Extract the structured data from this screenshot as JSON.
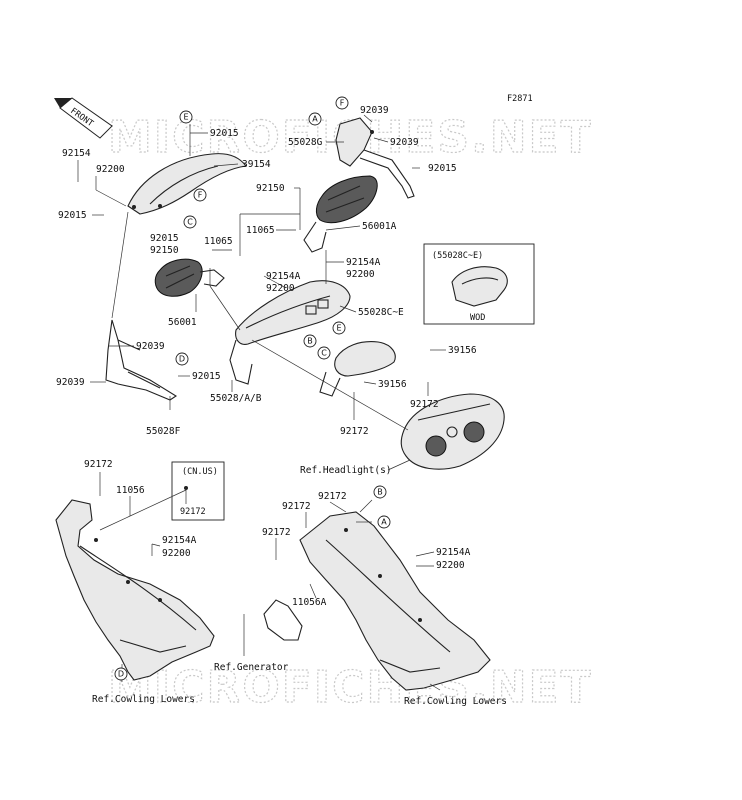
{
  "figure_id": "F2871",
  "front_label": "FRONT",
  "watermark": "MICROFICHES.NET",
  "variant_box": {
    "title": "(55028C~E)",
    "caption": "WOD"
  },
  "cn_us_box": {
    "title": "(CN.US)",
    "part": "92172"
  },
  "part_labels": {
    "p92015_a": "92015",
    "p92039_top": "92039",
    "p55028G": "55028G",
    "p92039_b": "92039",
    "p92015_right": "92015",
    "p92154_left": "92154",
    "p92200_left": "92200",
    "p39154": "39154",
    "p92150_top": "92150",
    "p92015_left": "92015",
    "p92015_mid": "92015",
    "p92150_mid": "92150",
    "p11065_left": "11065",
    "p11065_right": "11065",
    "p56001A": "56001A",
    "p92154A_top": "92154A",
    "p92200_top": "92200",
    "p92154A_mid": "92154A",
    "p92200_mid": "92200",
    "p55028CE": "55028C~E",
    "p56001": "56001",
    "p92039_c": "92039",
    "p39156_a": "39156",
    "p92015_d": "92015",
    "p39156_b": "39156",
    "p92039_d": "92039",
    "p55028AB": "55028/A/B",
    "p92172_a": "92172",
    "p55028F": "55028F",
    "p92172_b": "92172",
    "p92172_lower_left": "92172",
    "p11056": "11056",
    "p92154A_low_left": "92154A",
    "p92200_low_left": "92200",
    "p92172_c": "92172",
    "p92172_d": "92172",
    "p92172_e": "92172",
    "p92154A_low_right": "92154A",
    "p92200_low_right": "92200",
    "p11056A": "11056A"
  },
  "ref_labels": {
    "headlight": "Ref.Headlight(s)",
    "generator": "Ref.Generator",
    "cowling_lowers_left": "Ref.Cowling Lowers",
    "cowling_lowers_right": "Ref.Cowling Lowers"
  },
  "callouts": {
    "e_top": "E",
    "f_top": "F",
    "a_top": "A",
    "f_right": "F",
    "c_left": "C",
    "b_mid": "B",
    "e_mid": "E",
    "c_mid": "C",
    "d_mid": "D",
    "b_low": "B",
    "a_low": "A",
    "d_low": "D"
  }
}
